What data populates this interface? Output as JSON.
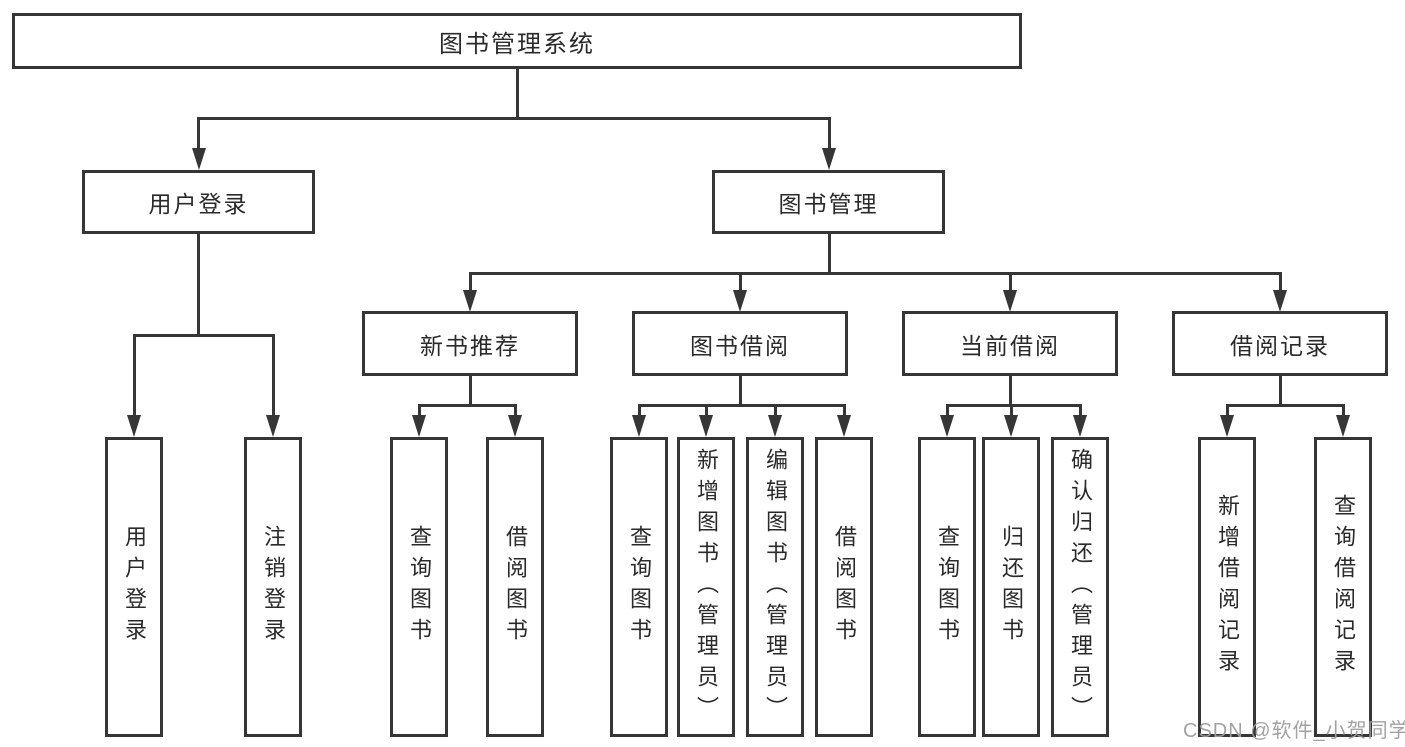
{
  "diagram": {
    "nodes": {
      "root": "图书管理系统",
      "user_login": "用户登录",
      "book_mgmt": "图书管理",
      "new_book_rec": "新书推荐",
      "book_borrow": "图书借阅",
      "current_borrow": "当前借阅",
      "borrow_records": "借阅记录",
      "leaf_user_login": "用户登录",
      "leaf_logout": "注销登录",
      "leaf_query_books_a": "查询图书",
      "leaf_borrow_books_a": "借阅图书",
      "leaf_query_books_b": "查询图书",
      "leaf_add_book": "新增图书（管理员）",
      "leaf_edit_book": "编辑图书（管理员）",
      "leaf_borrow_books_b": "借阅图书",
      "leaf_query_books_c": "查询图书",
      "leaf_return_book": "归还图书",
      "leaf_confirm_return": "确认归还（管理员）",
      "leaf_add_record": "新增借阅记录",
      "leaf_query_record": "查询借阅记录"
    },
    "watermark": "CSDN @软件_小贺同学",
    "colors": {
      "line": "#363636",
      "text": "#2a2a2a",
      "background": "#ffffff",
      "watermark": "#9e9e9e"
    }
  }
}
